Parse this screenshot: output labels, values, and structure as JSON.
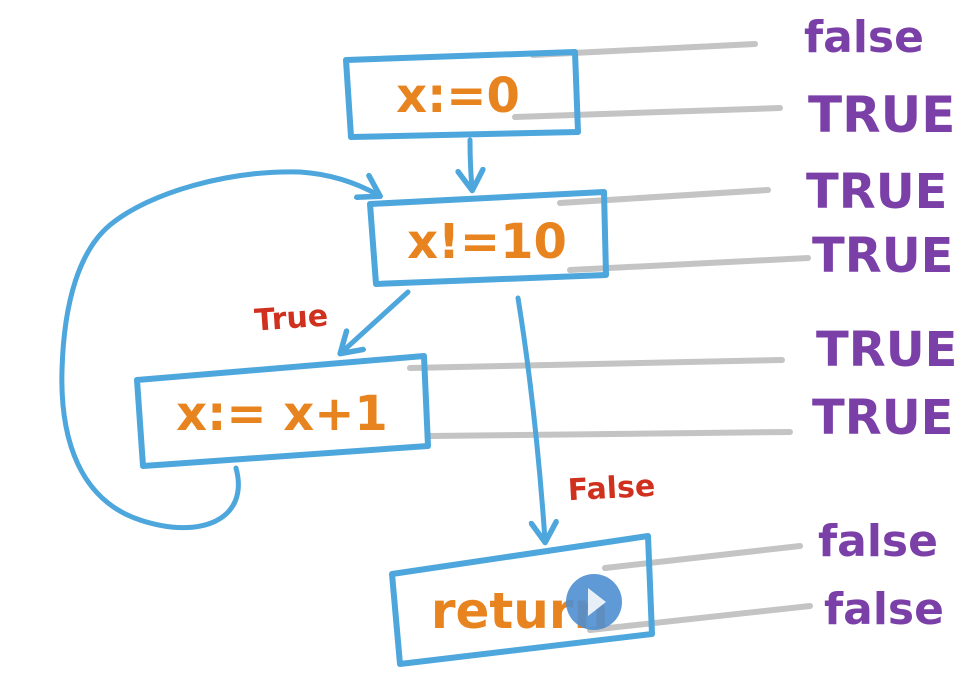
{
  "nodes": {
    "assign_zero": "x:=0",
    "condition": "x!=10",
    "increment": "x:= x+1",
    "return": "return"
  },
  "edges": {
    "true_label": "True",
    "false_label": "False"
  },
  "values": [
    "false",
    "TRUE",
    "TRUE",
    "TRUE",
    "TRUE",
    "TRUE",
    "false",
    "false"
  ],
  "colors": {
    "boxes": "#4da6dc",
    "code_text": "#e8841f",
    "edge_labels": "#d0301e",
    "values": "#7b3fa8",
    "guide_lines": "#c4c4c4"
  }
}
